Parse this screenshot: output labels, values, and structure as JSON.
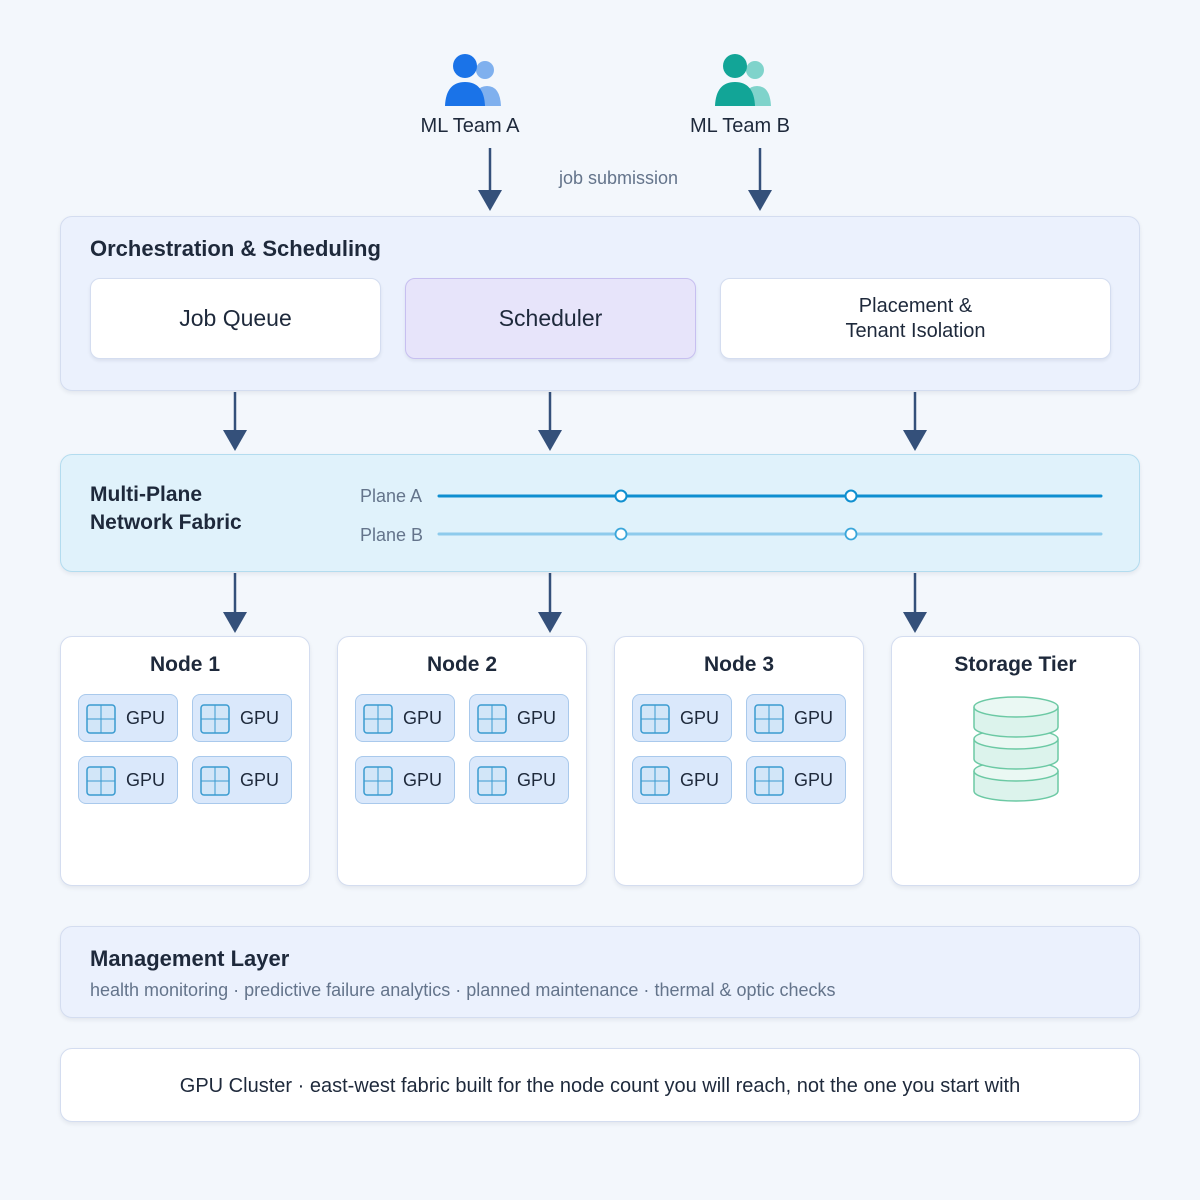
{
  "teams": [
    {
      "label": "ML Team A",
      "color": "#1a73e8",
      "secondary_color": "#7fb0ee"
    },
    {
      "label": "ML Team B",
      "color": "#12a597",
      "secondary_color": "#7fd3cb"
    }
  ],
  "submission_label": "job submission",
  "orchestration": {
    "title": "Orchestration & Scheduling",
    "components": [
      {
        "label": "Job Queue"
      },
      {
        "label": "Scheduler"
      },
      {
        "line1": "Placement &",
        "line2": "Tenant Isolation"
      }
    ]
  },
  "fabric": {
    "title_line1": "Multi-Plane",
    "title_line2": "Network Fabric",
    "planes": [
      {
        "label": "Plane A",
        "color": "#0f8fd0"
      },
      {
        "label": "Plane B",
        "color": "#8ecbec"
      }
    ]
  },
  "nodes": [
    {
      "title": "Node 1",
      "gpus": [
        "GPU",
        "GPU",
        "GPU",
        "GPU"
      ]
    },
    {
      "title": "Node 2",
      "gpus": [
        "GPU",
        "GPU",
        "GPU",
        "GPU"
      ]
    },
    {
      "title": "Node 3",
      "gpus": [
        "GPU",
        "GPU",
        "GPU",
        "GPU"
      ]
    }
  ],
  "storage": {
    "title": "Storage Tier",
    "icon": "database-icon",
    "color": "#6cc9a4"
  },
  "management": {
    "title": "Management Layer",
    "items": [
      "health monitoring",
      "predictive failure analytics",
      "planned maintenance",
      "thermal & optic checks"
    ],
    "separator": "·"
  },
  "footer": {
    "label": "GPU Cluster",
    "separator": "·",
    "text": "east-west fabric built for the node count you will reach, not the one you start with"
  },
  "colors": {
    "arrow": "#34507a",
    "accent_purple": "#e7e4fa",
    "gpu_fill": "#dae8fb",
    "gpu_icon": "#3a9bd0"
  }
}
